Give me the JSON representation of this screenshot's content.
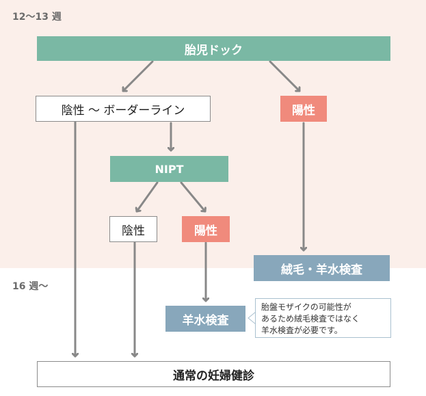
{
  "periods": {
    "first": "12〜13 週",
    "second": "16 週〜"
  },
  "nodes": {
    "screening": "胎児ドック",
    "negative_borderline": "陰性 〜 ボーダーライン",
    "positive_top": "陽性",
    "nipt": "NIPT",
    "nipt_negative": "陰性",
    "nipt_positive": "陽性",
    "cvs_amnio": "絨毛・羊水検査",
    "amnio": "羊水検査",
    "routine_checkup": "通常の妊婦健診"
  },
  "note": {
    "lines": [
      "胎盤モザイクの可能性が",
      "あるため絨毛検査ではなく",
      "羊水検査が必要です。"
    ]
  },
  "colors": {
    "green": "#7ab8a4",
    "red": "#f08a7c",
    "blue": "#88a7bb",
    "background_band": "#fbefea",
    "arrow": "#888888"
  }
}
